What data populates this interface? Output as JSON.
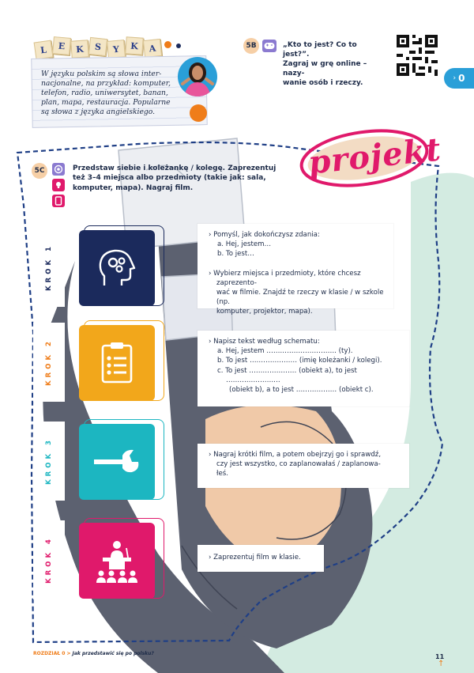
{
  "leksyka": {
    "letters": [
      "L",
      "E",
      "K",
      "S",
      "Y",
      "K",
      "A"
    ],
    "text_lines": [
      "W języku polskim są słowa inter-",
      "nacjonalne, na przykład: komputer,",
      "telefon, radio, uniwersytet, banan,",
      "plan, mapa, restauracja. Popularne",
      "są słowa z języka angielskiego."
    ]
  },
  "game": {
    "code": "5B",
    "text_lines": [
      "„Kto to jest? Co to jest?”.",
      "Zagraj w grę online – nazy-",
      "wanie osób i rzeczy."
    ]
  },
  "side_tab": {
    "label": "0"
  },
  "projekt": {
    "logo_word": "projekt"
  },
  "task": {
    "code": "5C",
    "text_lines": [
      "Przedstaw siebie i koleżankę / kolegę. Zaprezentuj",
      "też 3–4 miejsca albo przedmioty (takie jak: sala,",
      "komputer, mapa). Nagraj film."
    ]
  },
  "steps": [
    {
      "label": "KROK 1",
      "items": [
        {
          "type": "bullet",
          "text": "Pomyśl, jak dokończysz zdania:"
        },
        {
          "type": "sub",
          "text": "a.  Hej, jestem…"
        },
        {
          "type": "sub",
          "text": "b.  To jest…"
        },
        {
          "type": "gap",
          "text": ""
        },
        {
          "type": "bullet",
          "text": "Wybierz miejsca i przedmioty, które chcesz zaprezento-"
        },
        {
          "type": "cont",
          "text": "wać w filmie. Znajdź te rzeczy w klasie / w szkole (np."
        },
        {
          "type": "cont",
          "text": "komputer, projektor, mapa)."
        }
      ]
    },
    {
      "label": "KROK 2",
      "items": [
        {
          "type": "bullet",
          "text": "Napisz tekst według schematu:"
        },
        {
          "type": "sub",
          "text": "a.  Hej, jestem …………………………. (ty)."
        },
        {
          "type": "sub",
          "text": "b.  To jest ………………… (imię koleżanki / kolegi)."
        },
        {
          "type": "sub",
          "text": "c.  To jest ………………… (obiekt a), to jest ……………………"
        },
        {
          "type": "cont2",
          "text": "(obiekt b), a to jest ……………… (obiekt c)."
        }
      ]
    },
    {
      "label": "KROK 3",
      "items": [
        {
          "type": "bullet",
          "text": "Nagraj krótki film, a potem obejrzyj go i sprawdź,"
        },
        {
          "type": "cont",
          "text": "czy jest wszystko, co zaplanowałaś / zaplanowa-"
        },
        {
          "type": "cont",
          "text": "łeś."
        }
      ]
    },
    {
      "label": "KROK 4",
      "items": [
        {
          "type": "bullet",
          "text": "Zaprezentuj film w klasie."
        }
      ]
    }
  ],
  "footer": {
    "chapter": "ROZDZIAŁ 0",
    "separator": ">",
    "title": "Jak przedstawić się po polsku?",
    "page_number": "11"
  },
  "colors": {
    "navy": "#1b2a5c",
    "orange": "#f2a71b",
    "teal": "#1cb6c1",
    "magenta": "#e0196b",
    "accent_orange": "#ef7d1a",
    "blue_tab": "#2a9fd8",
    "bg_grey": "#5a5f6e",
    "bg_mint": "#cfe8de"
  }
}
